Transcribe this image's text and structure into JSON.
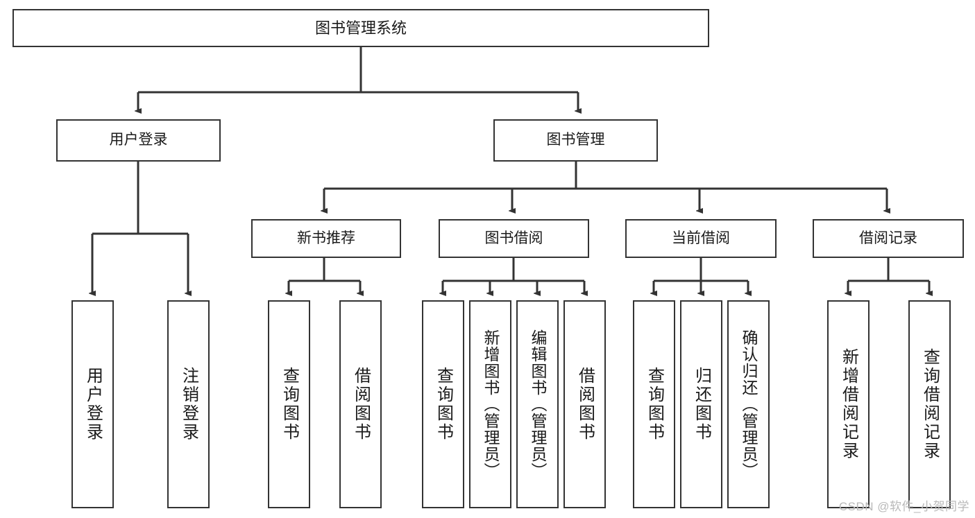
{
  "diagram": {
    "title": "图书管理系统",
    "type": "tree-hierarchy",
    "colors": {
      "stroke": "#333333",
      "fill": "#ffffff",
      "text": "#1a1a1a",
      "watermark": "#b9b9b9"
    },
    "root": {
      "label": "图书管理系统"
    },
    "level2": [
      {
        "label": "用户登录"
      },
      {
        "label": "图书管理"
      }
    ],
    "level3": [
      {
        "label": "新书推荐"
      },
      {
        "label": "图书借阅"
      },
      {
        "label": "当前借阅"
      },
      {
        "label": "借阅记录"
      }
    ],
    "leaves": {
      "user_login": [
        {
          "label": "用户登录"
        },
        {
          "label": "注销登录"
        }
      ],
      "new_book_recommend": [
        {
          "label": "查询图书"
        },
        {
          "label": "借阅图书"
        }
      ],
      "book_borrow": [
        {
          "label": "查询图书"
        },
        {
          "label": "新增图书（管理员）"
        },
        {
          "label": "编辑图书（管理员）"
        },
        {
          "label": "借阅图书"
        }
      ],
      "current_borrow": [
        {
          "label": "查询图书"
        },
        {
          "label": "归还图书"
        },
        {
          "label": "确认归还（管理员）"
        }
      ],
      "borrow_record": [
        {
          "label": "新增借阅记录"
        },
        {
          "label": "查询借阅记录"
        }
      ]
    }
  },
  "watermark": {
    "text": "CSDN @软件_小贺同学"
  }
}
